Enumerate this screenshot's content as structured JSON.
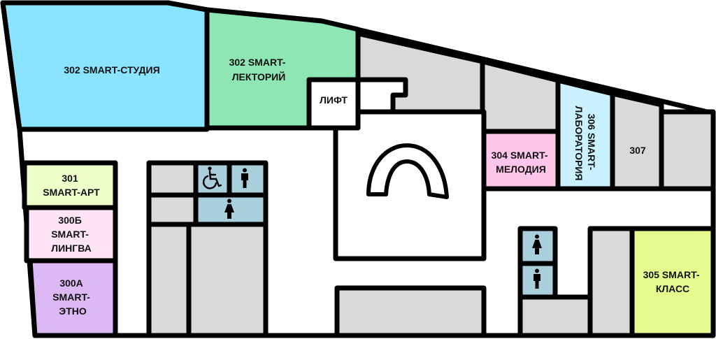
{
  "floor_map": {
    "rooms": {
      "studio": {
        "label_line1": "302 SMART-СТУДИЯ",
        "color": "#8be4ff"
      },
      "lecture": {
        "label_line1": "302 SMART-",
        "label_line2": "ЛЕКТОРИЙ",
        "color": "#8ee6b5"
      },
      "lift": {
        "label_line1": "ЛИФТ",
        "color": "#ffffff"
      },
      "melody": {
        "label_line1": "304 SMART-",
        "label_line2": "МЕЛОДИЯ",
        "color": "#ffc6ea"
      },
      "lab": {
        "label_line1": "306 SMART-",
        "label_line2": "ЛАБОРАТОРИЯ",
        "color": "#c9f1ff"
      },
      "room307": {
        "label_line1": "307",
        "color": "#d9d9d9"
      },
      "art": {
        "label_line1": "301",
        "label_line2": "SMART-АРТ",
        "color": "#ecffc8"
      },
      "lingva": {
        "label_line1": "300Б",
        "label_line2": "SMART-",
        "label_line3": "ЛИНГВА",
        "color": "#ffe4f5"
      },
      "ethno": {
        "label_line1": "300А",
        "label_line2": "SMART-",
        "label_line3": "ЭТНО",
        "color": "#dcb8f4"
      },
      "klass": {
        "label_line1": "305 SMART-",
        "label_line2": "КЛАСС",
        "color": "#e5fb8e"
      }
    },
    "icons": {
      "accessible_toilet": "wheelchair-icon",
      "male_toilet": "man-icon",
      "female_toilet": "woman-icon"
    },
    "colors": {
      "service_rooms": "#d9d9d9",
      "toilets": "#a9cfdc",
      "corridor": "#ffffff",
      "walls": "#000000"
    }
  }
}
